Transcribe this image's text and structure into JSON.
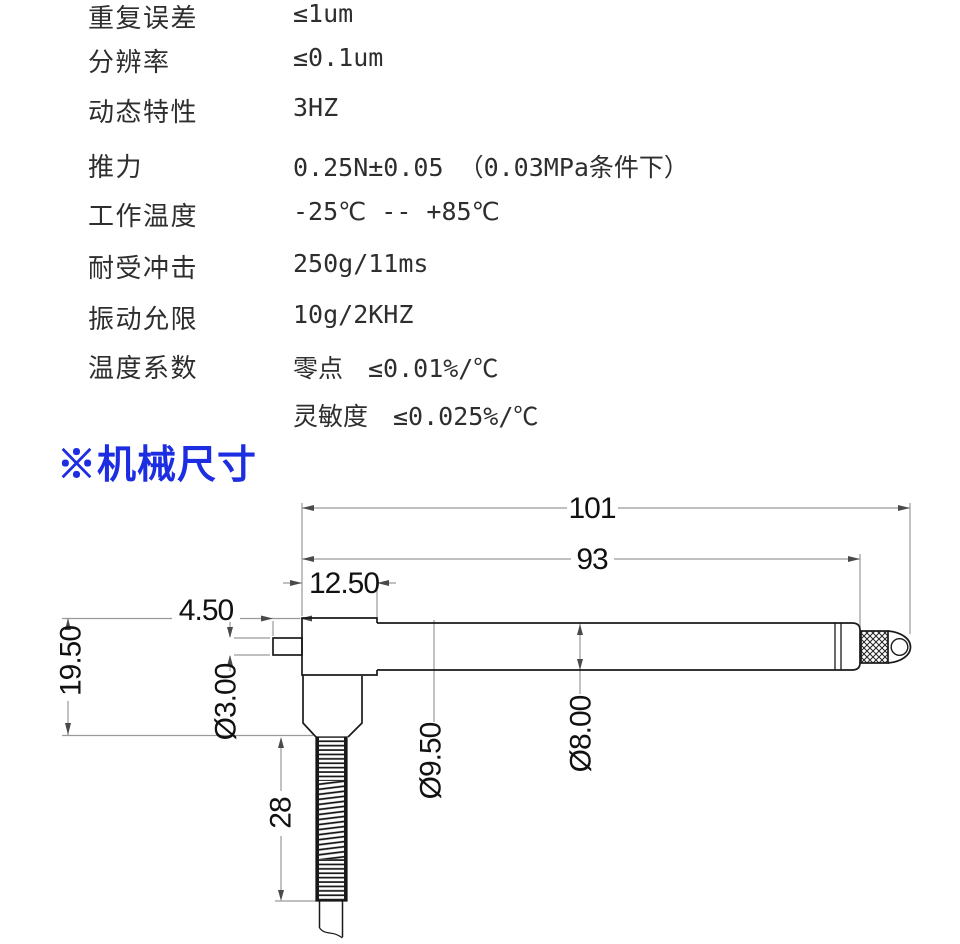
{
  "colors": {
    "accent_blue": "#1d2ee2",
    "spec_text": "#2e2e2e",
    "drawing_line": "#1a1a1a",
    "dimension_line": "#9a9a9a",
    "dimension_text": "#111111"
  },
  "specs": {
    "rows": [
      {
        "label": "重复误差",
        "value": "≤1um"
      },
      {
        "label": "分辨率",
        "value": "≤0.1um"
      },
      {
        "label": "动态特性",
        "value": "3HZ"
      },
      {
        "label": "推力",
        "value": "0.25N±0.05 （0.03MPa条件下）"
      },
      {
        "label": "工作温度",
        "value": "-25℃ -- +85℃"
      },
      {
        "label": "耐受冲击",
        "value": "250g/11ms"
      },
      {
        "label": "振动允限",
        "value": "10g/2KHZ"
      },
      {
        "label": "温度系数",
        "value": "零点　≤0.01%/℃"
      },
      {
        "label": "",
        "value": "灵敏度　≤0.025%/℃"
      }
    ]
  },
  "section": {
    "title": "※机械尺寸"
  },
  "drawing": {
    "dims": {
      "total_length": "101",
      "body_length": "93",
      "mount_length": "12.50",
      "nub_length": "4.50",
      "overall_height": "19.50",
      "rod_diameter": "Ø3.00",
      "mount_diameter": "Ø9.50",
      "body_diameter": "Ø8.00",
      "thread_length": "28"
    }
  }
}
